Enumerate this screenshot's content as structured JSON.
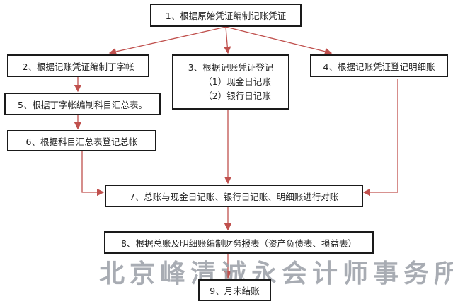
{
  "steps": [
    {
      "label": "1、根据原始凭证编制记账凭证"
    },
    {
      "label": "2、根据记账凭证编制丁字帐"
    },
    {
      "label": "3、根据记账凭证登记",
      "sub": [
        "（1）现金日记账",
        "（2）银行日记账"
      ]
    },
    {
      "label": "4、根据记账凭证登记明细账"
    },
    {
      "label": "5、根据丁字帐编制科目汇总表。"
    },
    {
      "label": "6、根据科目汇总表登记总帐"
    },
    {
      "label": "7、总账与现金日记账、银行日记账、明细账进行对账"
    },
    {
      "label": "8、根据总账及明细账编制财务报表（资产负债表、损益表）"
    },
    {
      "label": "9、月末结账"
    }
  ],
  "watermark": "北京峰清诚永会计师事务所",
  "colors": {
    "arrow": "#c0504d",
    "border": "#1a1a1a",
    "watermark": "#9a9ea6"
  }
}
